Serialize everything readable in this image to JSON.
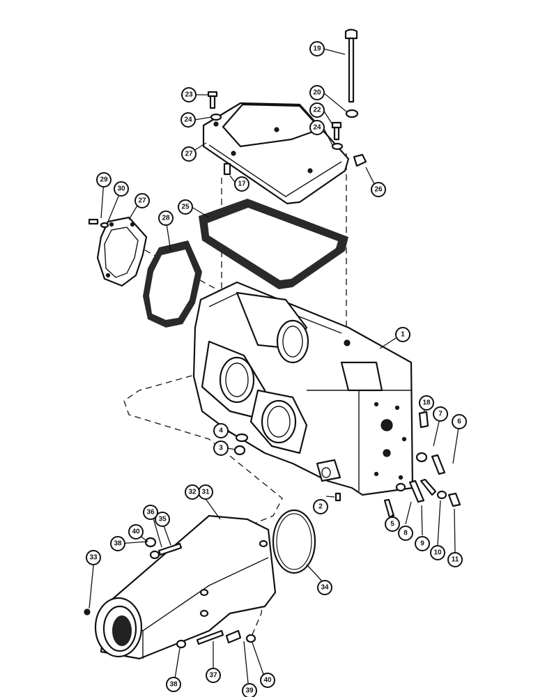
{
  "diagram": {
    "callouts": [
      {
        "id": "c1",
        "label": "1"
      },
      {
        "id": "c2",
        "label": "2"
      },
      {
        "id": "c3",
        "label": "3"
      },
      {
        "id": "c4",
        "label": "4"
      },
      {
        "id": "c5",
        "label": "5"
      },
      {
        "id": "c6",
        "label": "6"
      },
      {
        "id": "c7",
        "label": "7"
      },
      {
        "id": "c8",
        "label": "8"
      },
      {
        "id": "c9",
        "label": "9"
      },
      {
        "id": "c10",
        "label": "10"
      },
      {
        "id": "c11",
        "label": "11"
      },
      {
        "id": "c17",
        "label": "17"
      },
      {
        "id": "c18",
        "label": "18"
      },
      {
        "id": "c19",
        "label": "19"
      },
      {
        "id": "c20",
        "label": "20"
      },
      {
        "id": "c22",
        "label": "22"
      },
      {
        "id": "c23",
        "label": "23"
      },
      {
        "id": "c24a",
        "label": "24"
      },
      {
        "id": "c24b",
        "label": "24"
      },
      {
        "id": "c25",
        "label": "25"
      },
      {
        "id": "c26",
        "label": "26"
      },
      {
        "id": "c27a",
        "label": "27"
      },
      {
        "id": "c27b",
        "label": "27"
      },
      {
        "id": "c28",
        "label": "28"
      },
      {
        "id": "c29",
        "label": "29"
      },
      {
        "id": "c30",
        "label": "30"
      },
      {
        "id": "c31",
        "label": "31"
      },
      {
        "id": "c32",
        "label": "32"
      },
      {
        "id": "c33",
        "label": "33"
      },
      {
        "id": "c34",
        "label": "34"
      },
      {
        "id": "c35",
        "label": "35"
      },
      {
        "id": "c36",
        "label": "36"
      },
      {
        "id": "c37",
        "label": "37"
      },
      {
        "id": "c38a",
        "label": "38"
      },
      {
        "id": "c38b",
        "label": "38"
      },
      {
        "id": "c39",
        "label": "39"
      },
      {
        "id": "c40a",
        "label": "40"
      },
      {
        "id": "c40b",
        "label": "40"
      }
    ]
  }
}
